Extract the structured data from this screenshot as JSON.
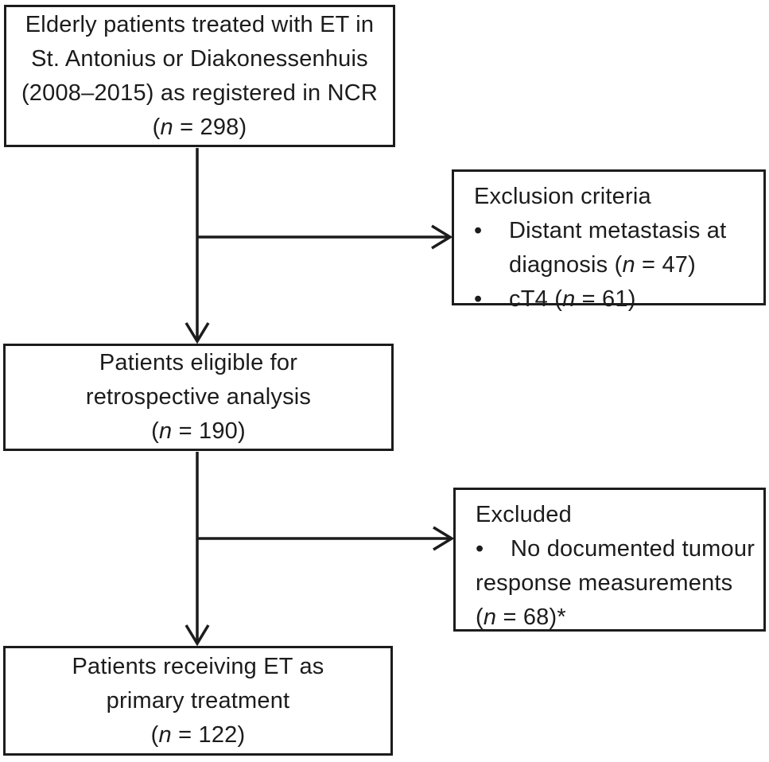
{
  "figure": {
    "type": "flowchart",
    "background": "#ffffff",
    "line_color": "#1c1c1c",
    "box_border_color": "#1c1c1c",
    "text_color": "#1c1c1c"
  },
  "boxes": {
    "initial": {
      "line1": "Elderly patients treated with ET in",
      "line2": "St. Antonius or Diakonessenhuis",
      "line3": "(2008–2015) as registered in NCR",
      "count_pre": "(",
      "count_var": "n",
      "count_post": " = 298)"
    },
    "exclusion_criteria": {
      "title": "Exclusion criteria",
      "bullet": "•",
      "item1_line1": "Distant metastasis at",
      "item1_line2_pre": "diagnosis (",
      "item1_line2_var": "n",
      "item1_line2_post": " = 47)",
      "item2_pre": "cT4 (",
      "item2_var": "n",
      "item2_post": " = 61)"
    },
    "eligible": {
      "line1": "Patients eligible for",
      "line2": "retrospective analysis",
      "count_pre": "(",
      "count_var": "n",
      "count_post": " = 190)"
    },
    "excluded": {
      "title": "Excluded",
      "bullet": "•",
      "item1_line1": "No documented tumour",
      "item1_line2": "response measurements",
      "item1_line3_pre": "(",
      "item1_line3_var": "n",
      "item1_line3_post": " = 68)*"
    },
    "final": {
      "line1": "Patients receiving ET as",
      "line2": "primary treatment",
      "count_pre": "(",
      "count_var": "n",
      "count_post": " = 122)"
    }
  }
}
